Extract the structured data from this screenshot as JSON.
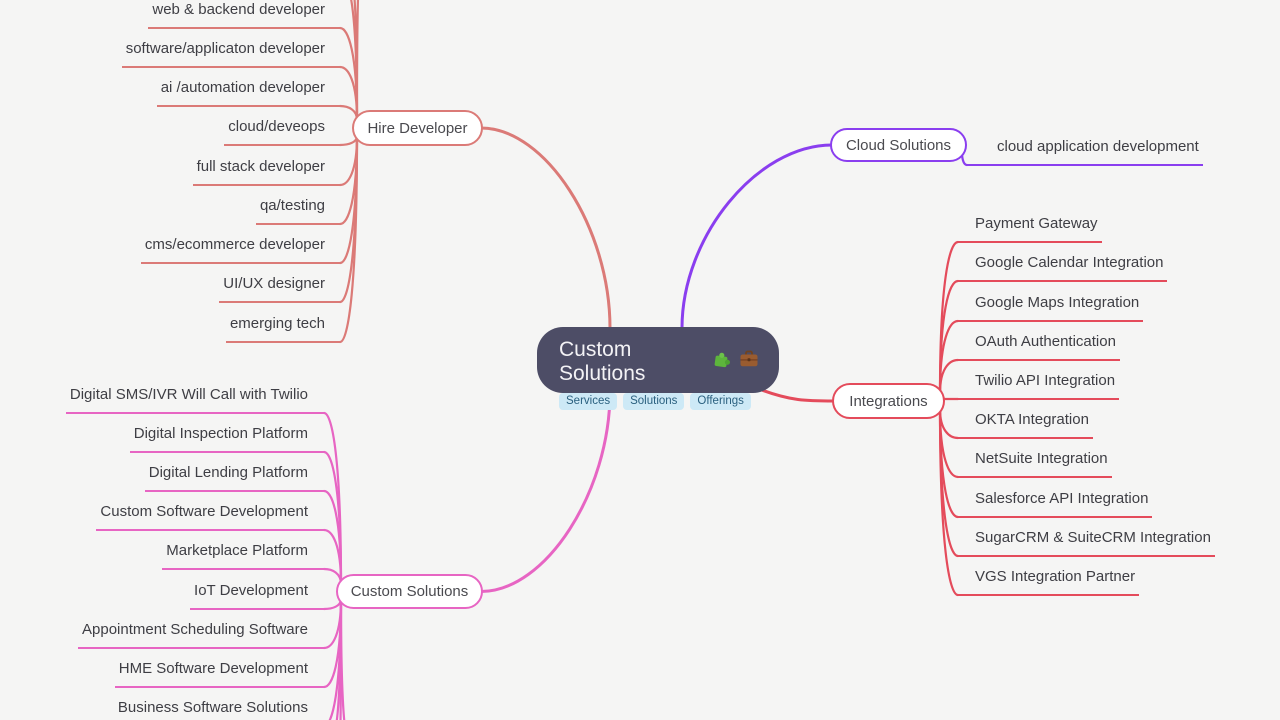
{
  "app": {
    "background": "#f5f5f4"
  },
  "theme": {
    "label_text": "#3e3e44",
    "node_text": "#4a4a4f",
    "node_bg": "#ffffff"
  },
  "root": {
    "title": "Custom Solutions",
    "icons": [
      "puzzle-emoji",
      "briefcase-emoji"
    ],
    "tags": [
      "Services",
      "Solutions",
      "Offerings"
    ],
    "bg": "#4d4d66",
    "text_color": "#f3f2f5",
    "tag_bg": "#cde9f6",
    "tag_text": "#2a607f"
  },
  "branches": [
    {
      "label": "Hire Developer",
      "color": "#db7a77",
      "side": "left",
      "children": [
        "web & backend developer",
        "software/applicaton developer",
        "ai /automation developer",
        "cloud/deveops",
        "full stack developer",
        "qa/testing",
        "cms/ecommerce developer",
        "UI/UX designer",
        "emerging tech"
      ]
    },
    {
      "label": "Cloud Solutions",
      "color": "#8a3eef",
      "side": "right",
      "children": [
        "cloud application development"
      ]
    },
    {
      "label": "Integrations",
      "color": "#e44b5b",
      "side": "right",
      "children": [
        "Payment Gateway",
        "Google Calendar Integration",
        "Google Maps Integration",
        "OAuth Authentication",
        "Twilio API Integration",
        "OKTA Integration",
        "NetSuite Integration",
        "Salesforce API Integration",
        "SugarCRM & SuiteCRM Integration",
        "VGS Integration Partner"
      ]
    },
    {
      "label": "Custom Solutions",
      "color": "#e765c3",
      "side": "left",
      "children": [
        "Digital SMS/IVR Will Call with Twilio",
        "Digital Inspection Platform",
        "Digital Lending Platform",
        "Custom Software Development",
        "Marketplace Platform",
        "IoT Development",
        "Appointment Scheduling Software",
        "HME Software Development",
        "Business Software Solutions"
      ]
    }
  ]
}
